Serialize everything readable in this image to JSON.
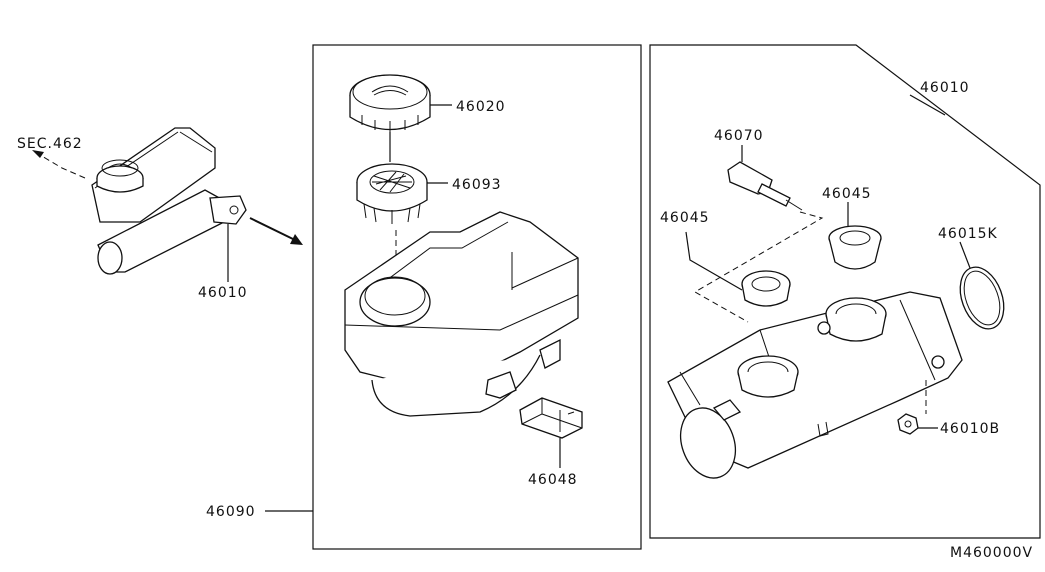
{
  "labels": {
    "sec_ref": "SEC.462",
    "assembly_left": "46010",
    "assembly_right": "46010",
    "cap": "46020",
    "strainer": "46093",
    "reservoir_set": "46090",
    "connector": "46048",
    "pin": "46070",
    "seal_left": "46045",
    "seal_right": "46045",
    "oring": "46015K",
    "nut": "46010B",
    "diagram_code": "M460000V"
  }
}
